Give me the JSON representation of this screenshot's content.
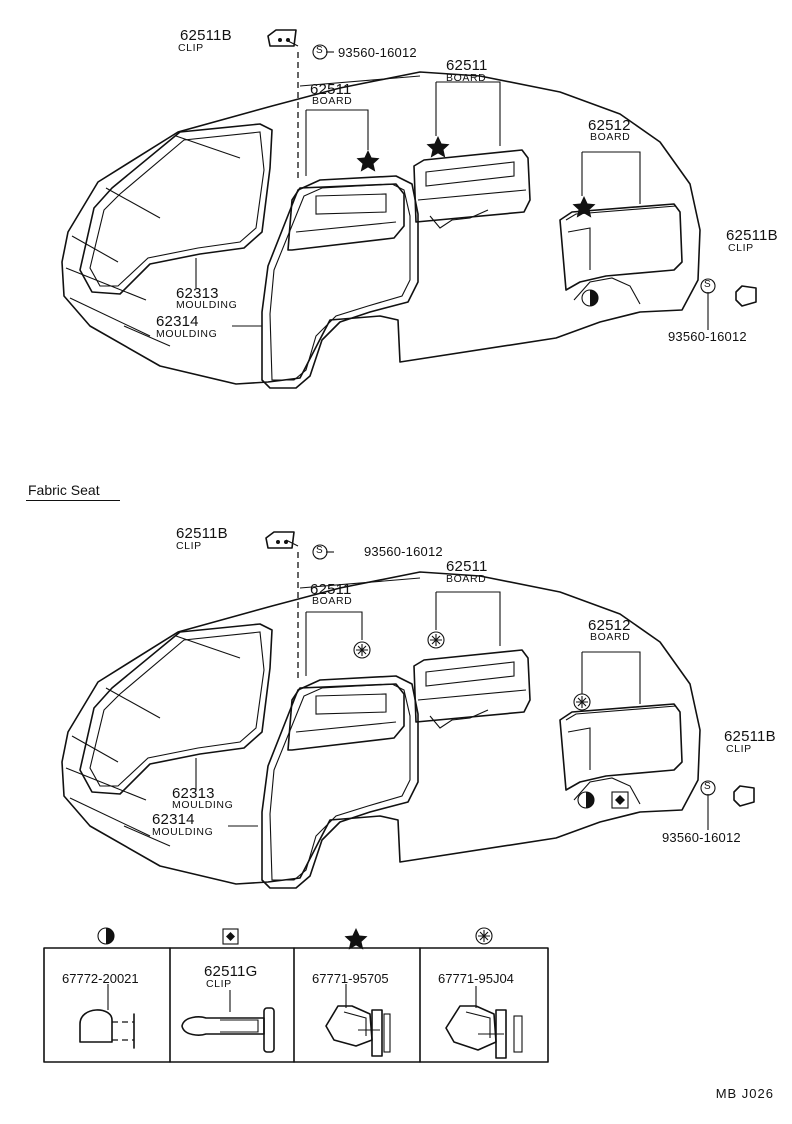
{
  "section_heading": "Fabric Seat",
  "diagram_code": "MB  J026",
  "upper": {
    "clip_top": {
      "pn": "62511B",
      "sub": "CLIP"
    },
    "screw_top": "93560-16012",
    "board_front": {
      "pn": "62511",
      "sub": "BOARD"
    },
    "board_mid": {
      "pn": "62511",
      "sub": "BOARD"
    },
    "board_rear": {
      "pn": "62512",
      "sub": "BOARD"
    },
    "clip_right": {
      "pn": "62511B",
      "sub": "CLIP"
    },
    "screw_right": "93560-16012",
    "moulding_313": {
      "pn": "62313",
      "sub": "MOULDING"
    },
    "moulding_314": {
      "pn": "62314",
      "sub": "MOULDING"
    }
  },
  "lower": {
    "clip_top": {
      "pn": "62511B",
      "sub": "CLIP"
    },
    "screw_top": "93560-16012",
    "board_front": {
      "pn": "62511",
      "sub": "BOARD"
    },
    "board_mid": {
      "pn": "62511",
      "sub": "BOARD"
    },
    "board_rear": {
      "pn": "62512",
      "sub": "BOARD"
    },
    "clip_right": {
      "pn": "62511B",
      "sub": "CLIP"
    },
    "screw_right": "93560-16012",
    "moulding_313": {
      "pn": "62313",
      "sub": "MOULDING"
    },
    "moulding_314": {
      "pn": "62314",
      "sub": "MOULDING"
    }
  },
  "screw_symbol": "S",
  "legend": [
    {
      "symbol": "half-circle-icon",
      "pn": "67772-20021",
      "sub": ""
    },
    {
      "symbol": "diamond-square-icon",
      "pn": "62511G",
      "sub": "CLIP"
    },
    {
      "symbol": "star-icon",
      "pn": "67771-95705",
      "sub": ""
    },
    {
      "symbol": "asterisk-circle-icon",
      "pn": "67771-95J04",
      "sub": ""
    }
  ]
}
